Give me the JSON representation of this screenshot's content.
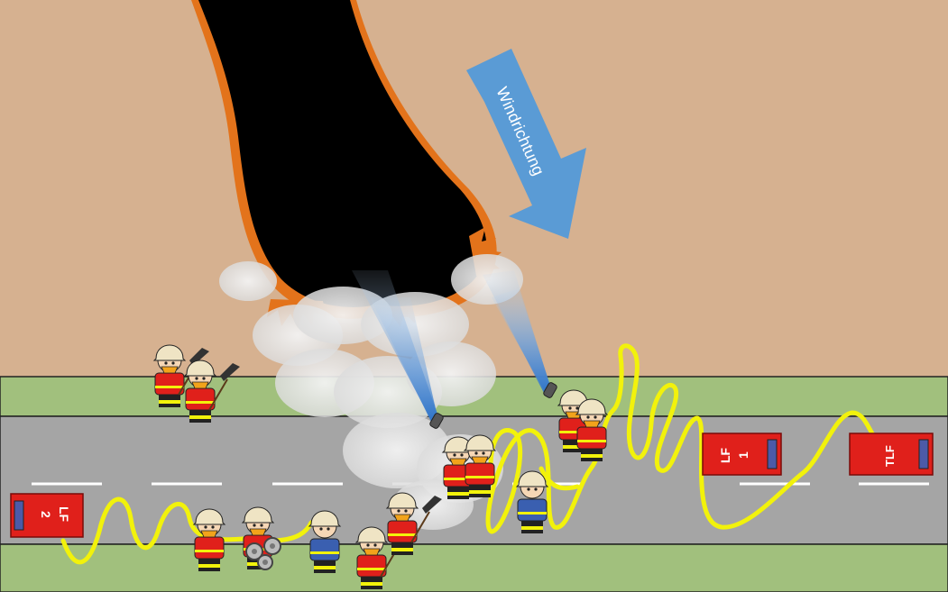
{
  "wind": {
    "label": "Windrichtung"
  },
  "vehicles": [
    {
      "id": "lf2",
      "line1": "LF",
      "line2": "2"
    },
    {
      "id": "lf1",
      "line1": "LF",
      "line2": "1"
    },
    {
      "id": "tlf",
      "line1": "TLF",
      "line2": ""
    }
  ],
  "colors": {
    "ground": "#d6b190",
    "verge": "#a1c07d",
    "road": "#a5a5a5",
    "hose": "#f2f20b",
    "truck": "#e0201b",
    "arrow": "#5a9bd5",
    "burnt": "#000000",
    "flame": "#e3731b"
  }
}
